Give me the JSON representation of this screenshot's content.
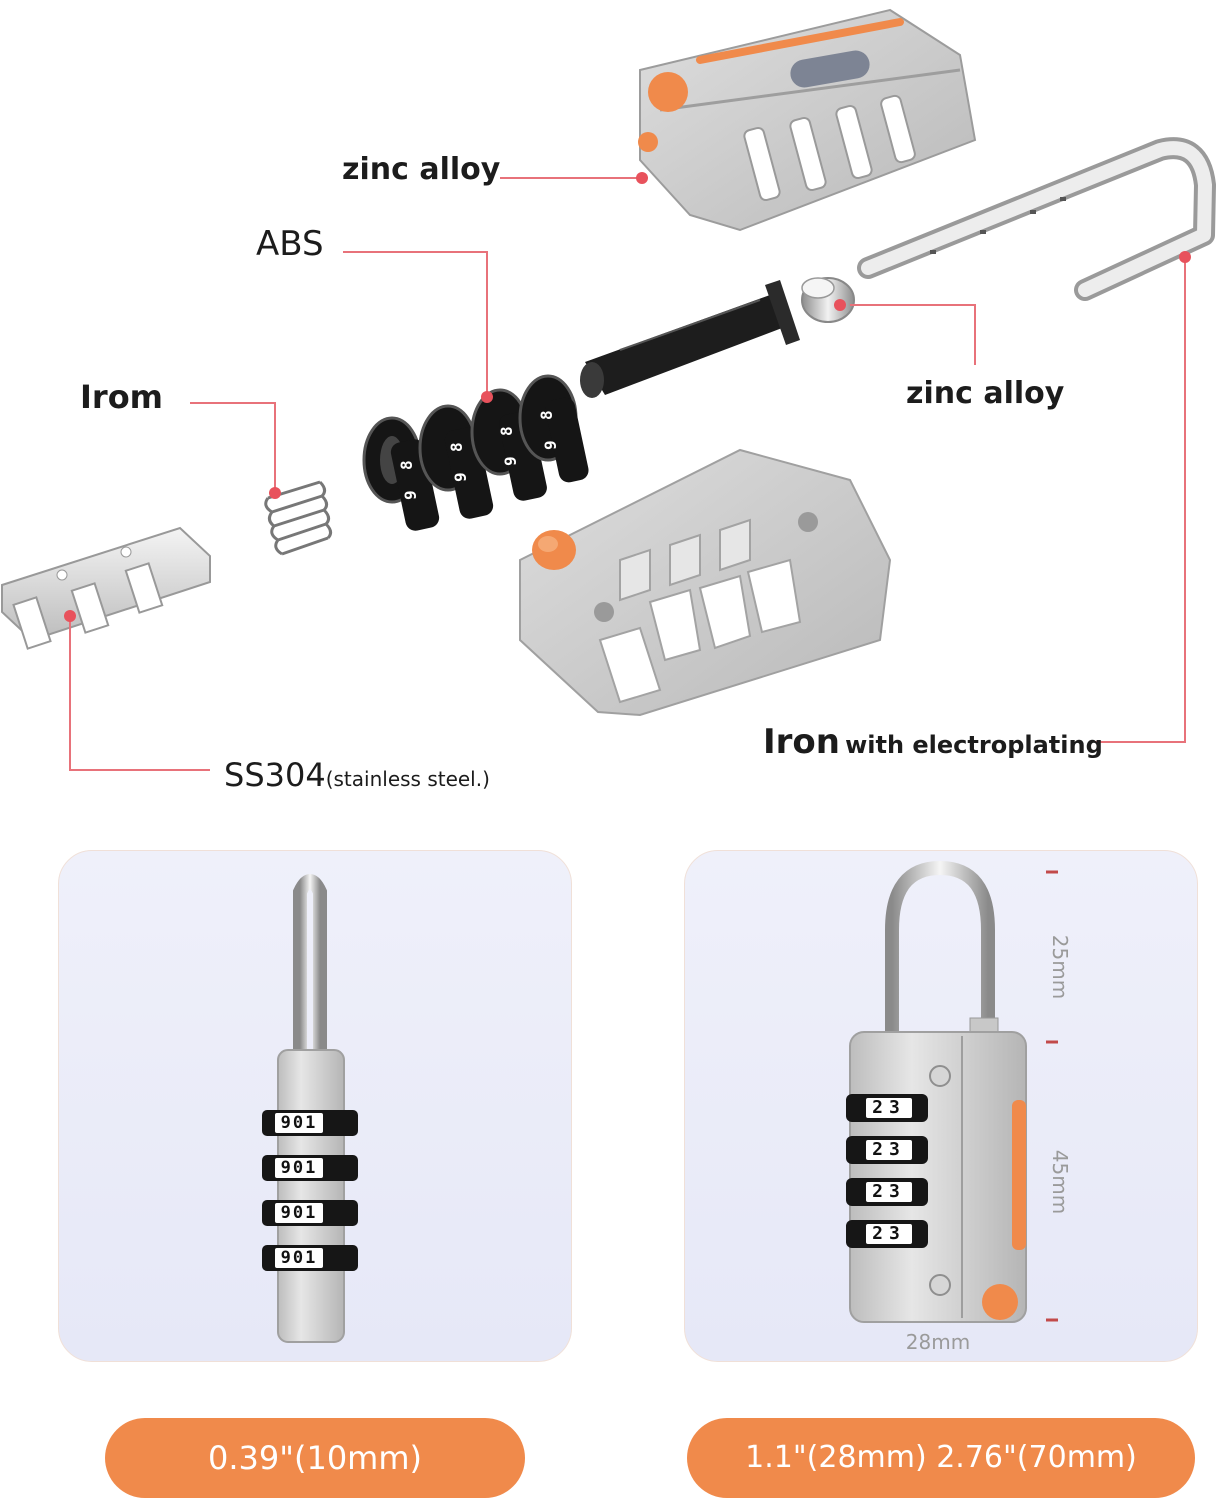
{
  "colors": {
    "accent": "#f08a4b",
    "leader": "#e8727a",
    "part_gray": "#c9c9c9",
    "wheel": "#1a1a1a",
    "card_bg": "#eceef9"
  },
  "labels": {
    "zinc_alloy_top": "zinc alloy",
    "abs": "ABS",
    "irom": "Irom",
    "zinc_alloy_mid": "zinc alloy",
    "iron_main": "Iron",
    "iron_suffix": "with electroplating",
    "ss_main": "SS304",
    "ss_suffix": "(stainless steel.)"
  },
  "dimensions": {
    "shackle_height": "25mm",
    "body_height": "45mm",
    "body_width": "28mm",
    "side_thickness": "0.39\"(10mm)",
    "overall": "1.1\"(28mm) 2.76\"(70mm)"
  },
  "dial_digits": {
    "side_view": [
      "9",
      "0",
      "1"
    ],
    "front_view": [
      "2",
      "3"
    ]
  }
}
